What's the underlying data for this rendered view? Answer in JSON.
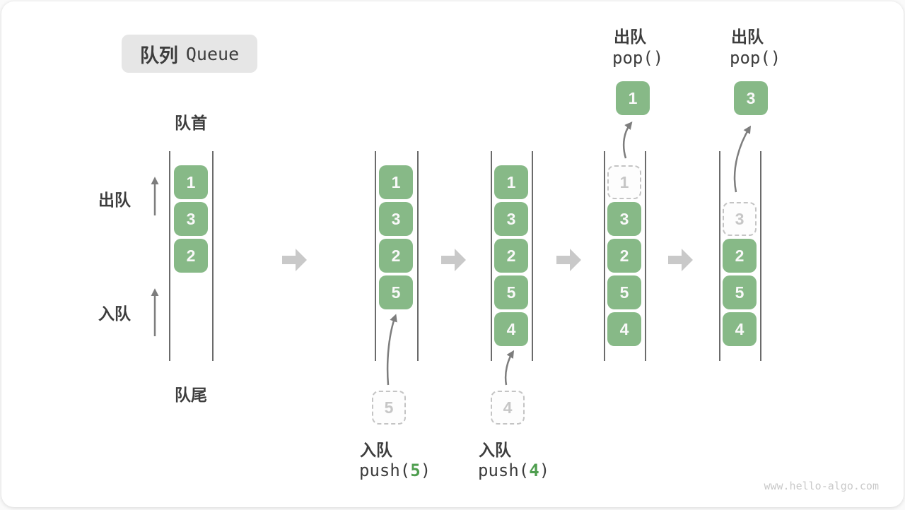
{
  "title": {
    "zh": "队列",
    "en": "Queue"
  },
  "labels": {
    "front": "队首",
    "rear": "队尾",
    "dequeue": "出队",
    "enqueue": "入队"
  },
  "states": [
    {
      "name": "initial",
      "cells": [
        "1",
        "3",
        "2"
      ]
    },
    {
      "name": "after-push-5",
      "cells": [
        "1",
        "3",
        "2",
        "5"
      ],
      "staged": "5"
    },
    {
      "name": "after-push-4",
      "cells": [
        "1",
        "3",
        "2",
        "5",
        "4"
      ],
      "staged": "4"
    },
    {
      "name": "after-pop-1",
      "dashed": "1",
      "dashed_slot": 0,
      "cells": [
        "3",
        "2",
        "5",
        "4"
      ],
      "popped": "1"
    },
    {
      "name": "after-pop-3",
      "dashed": "3",
      "dashed_slot": 1,
      "cells": [
        "2",
        "5",
        "4"
      ],
      "popped": "3"
    }
  ],
  "operations": {
    "push5": {
      "zh": "入队",
      "fn": "push(",
      "arg": "5",
      "close": ")"
    },
    "push4": {
      "zh": "入队",
      "fn": "push(",
      "arg": "4",
      "close": ")"
    },
    "pop1": {
      "zh": "出队",
      "code": "pop()"
    },
    "pop2": {
      "zh": "出队",
      "code": "pop()"
    }
  },
  "watermark": "www.hello-algo.com",
  "colors": {
    "cell_green": "#87b987",
    "cell_text": "#f9f9f9",
    "accent_green": "#4f9e4f",
    "text_dark": "#3d3d3d",
    "queue_wall": "#6b6b6b",
    "connector_arrow": "#7d7d7d",
    "block_arrow": "#c9c9c9",
    "ghost_border": "#c4c4c4",
    "ghost_text": "#c6c6c6",
    "title_bg": "#e6e6e6",
    "watermark_gray": "#c9c9c9"
  }
}
